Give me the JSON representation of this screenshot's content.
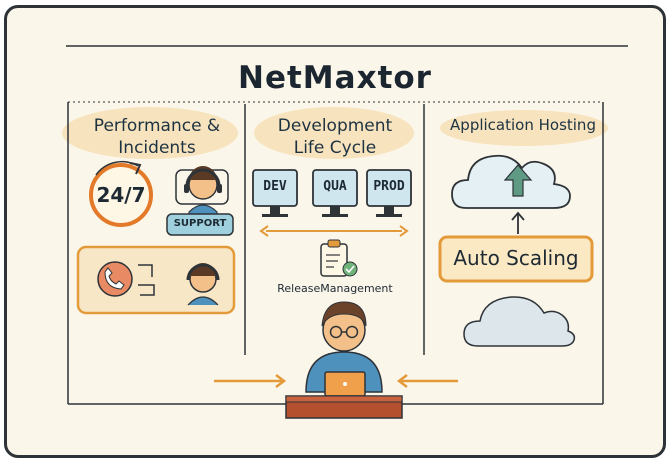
{
  "title": "NetMaxtor",
  "sections": {
    "performance": {
      "heading_line1": "Performance &",
      "heading_line2": "Incidents",
      "badge_247": "24/7",
      "support_label": "SUPPORT"
    },
    "development": {
      "heading_line1": "Development",
      "heading_line2": "Life Cycle",
      "envs": [
        "DEV",
        "QUA",
        "PROD"
      ],
      "release_label": "ReleaseManagement"
    },
    "hosting": {
      "heading": "Application Hosting",
      "scaling_label": "Auto Scaling"
    }
  },
  "colors": {
    "background": "#fbf6ea",
    "accent_orange": "#e39a3a",
    "highlight": "#f6dcae",
    "screen_blue": "#cfe6ef",
    "arrow_green": "#5f9a84",
    "person_shirt": "#4f91bd"
  }
}
